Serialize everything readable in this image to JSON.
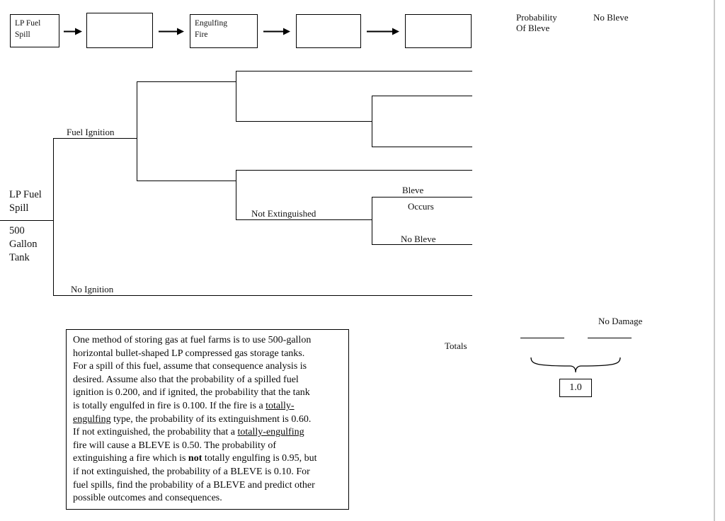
{
  "flow": {
    "boxes": [
      "LP Fuel\nSpill",
      "",
      "Engulfing\nFire",
      "",
      ""
    ]
  },
  "columns": {
    "probability_of_bleve": "Probability\nOf Bleve",
    "no_bleve": "No Bleve"
  },
  "tree": {
    "root_title": "LP Fuel\nSpill",
    "root_subtitle": "500\nGallon\nTank",
    "branches": {
      "fuel_ignition": "Fuel Ignition",
      "no_ignition": "No Ignition",
      "not_extinguished": "Not Extinguished",
      "bleve": "Bleve",
      "occurs": "Occurs",
      "no_bleve": "No Bleve"
    }
  },
  "summary": {
    "no_damage": "No Damage",
    "totals_label": "Totals",
    "total_value": "1.0"
  },
  "problem": {
    "segments": [
      {
        "style": "plain",
        "text": "One method of storing gas at fuel farms is to use 500-gallon\nhorizontal bullet-shaped LP compressed gas storage tanks.\nFor a spill of this fuel, assume that consequence analysis is\ndesired. Assume also that the probability of a spilled fuel\nignition is 0.200, and if ignited, the probability that the tank\nis totally engulfed in fire is 0.100. If the fire is a "
      },
      {
        "style": "underline",
        "text": "totally-"
      },
      {
        "style": "plain",
        "text": "\n"
      },
      {
        "style": "underline",
        "text": "engulfing"
      },
      {
        "style": "plain",
        "text": " type, the probability of its extinguishment is 0.60.\nIf not extinguished, the probability that a "
      },
      {
        "style": "underline",
        "text": "totally-engulfing"
      },
      {
        "style": "plain",
        "text": "\nfire will cause a BLEVE is 0.50. The probability of\nextinguishing a fire which is "
      },
      {
        "style": "bold",
        "text": "not"
      },
      {
        "style": "plain",
        "text": " totally engulfing is 0.95, but\nif not extinguished, the probability of a BLEVE is 0.10. For\nfuel spills, find the probability of a BLEVE and predict other\npossible outcomes and consequences."
      }
    ]
  }
}
